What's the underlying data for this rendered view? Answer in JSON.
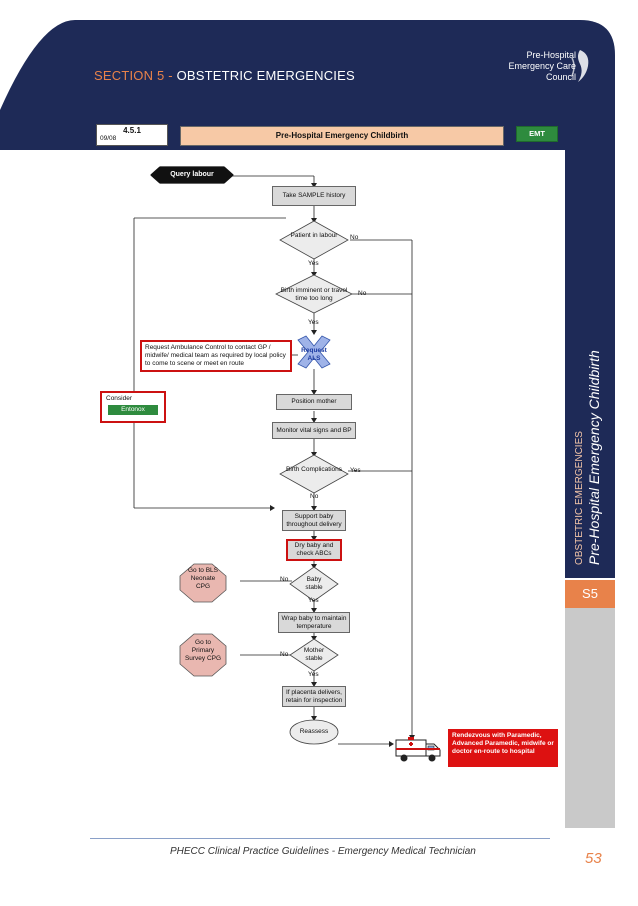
{
  "header": {
    "section_label": "SECTION 5 - ",
    "section_title": "OBSTETRIC EMERGENCIES",
    "council_line1": "Pre-Hospital",
    "council_line2": "Emergency Care",
    "council_line3": "Council"
  },
  "sidebar": {
    "category": "OBSTETRIC EMERGENCIES",
    "title": "Pre-Hospital Emergency Childbirth",
    "section_code": "S5"
  },
  "cpg": {
    "number": "4.5.1",
    "date": "09/08",
    "title": "Pre-Hospital Emergency Childbirth",
    "level": "EMT"
  },
  "flow": {
    "query_labour": "Query labour",
    "sample_history": "Take SAMPLE history",
    "patient_in_labour": "Patient in labour",
    "birth_imminent": "Birth imminent or travel time too long",
    "request_ambulance": "Request Ambulance Control to contact GP / midwife/ medical team as required by local policy to come to scene or meet en route",
    "request_als": "Request ALS",
    "consider": "Consider",
    "entonox": "Entonox",
    "position_mother": "Position mother",
    "monitor_vitals": "Monitor vital signs and BP",
    "birth_complications": "Birth Complications",
    "support_baby": "Support baby throughout delivery",
    "dry_baby": "Dry baby and check ABCs",
    "baby_stable": "Baby stable",
    "go_bls": "Go to BLS Neonate CPG",
    "wrap_baby": "Wrap baby to maintain temperature",
    "mother_stable": "Mother stable",
    "go_primary": "Go to Primary Survey CPG",
    "placenta": "If placenta delivers, retain for inspection",
    "reassess": "Reassess",
    "rendezvous": "Rendezvous with Paramedic, Advanced Paramedic, midwife or doctor en-route to hospital",
    "yes": "Yes",
    "no": "No"
  },
  "footer": {
    "text": "PHECC Clinical Practice Guidelines - Emergency Medical Technician",
    "page": "53"
  },
  "colors": {
    "navy": "#1e2a57",
    "orange": "#e8824a",
    "title_box": "#f7c9a6",
    "red": "#cc1111",
    "green": "#2e8b3e",
    "octagon": "#e9b7b0"
  }
}
